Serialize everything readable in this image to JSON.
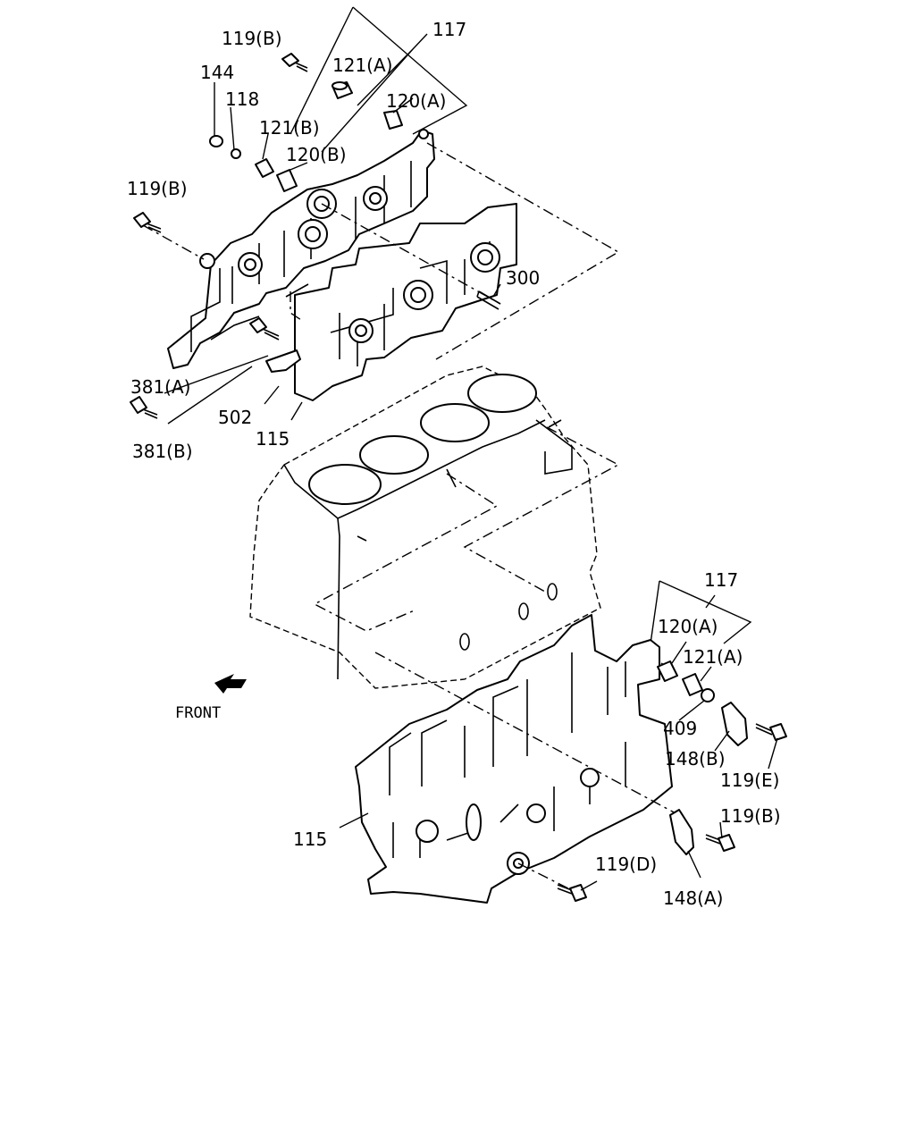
{
  "diagram": {
    "direction_label": "FRONT",
    "upper_labels": {
      "l117": "117",
      "l119b_top": "119(B)",
      "l121a": "121(A)",
      "l144": "144",
      "l118": "118",
      "l120a": "120(A)",
      "l121b": "121(B)",
      "l120b": "120(B)",
      "l119b_left": "119(B)",
      "l300": "300",
      "l381a": "381(A)",
      "l502": "502",
      "l115": "115",
      "l381b": "381(B)"
    },
    "lower_labels": {
      "l117": "117",
      "l120a": "120(A)",
      "l121a": "121(A)",
      "l409": "409",
      "l148b": "148(B)",
      "l119e": "119(E)",
      "l119b": "119(B)",
      "l115": "115",
      "l119d": "119(D)",
      "l148a": "148(A)"
    }
  }
}
